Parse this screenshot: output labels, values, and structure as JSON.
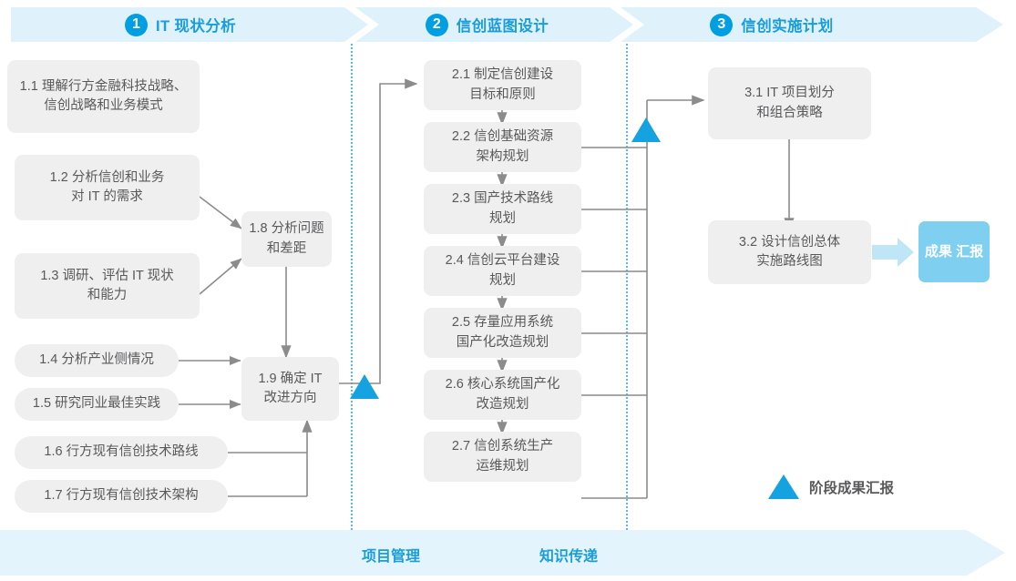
{
  "phases": [
    {
      "number": "1",
      "title": "IT 现状分析"
    },
    {
      "number": "2",
      "title": "信创蓝图设计"
    },
    {
      "number": "3",
      "title": "信创实施计划"
    }
  ],
  "colors": {
    "band_bg": "#dff1fb",
    "band_text": "#1a9ddb",
    "badge_bg": "#009fe3",
    "box_bg": "#efefef",
    "box_text": "#59595b",
    "milestone_blue": "#15a2e0",
    "result_badge_bg": "#7fd0f0",
    "bottom_band_bg": "#e4f4fc",
    "connector_gray": "#8c8c8c",
    "dotted_blue": "#57bde8"
  },
  "phase1_boxes": [
    {
      "id": "1.1",
      "line1": "1.1 理解行方金融科技战略、",
      "line2": "信创战略和业务模式"
    },
    {
      "id": "1.2",
      "line1": "1.2 分析信创和业务",
      "line2": "对 IT 的需求"
    },
    {
      "id": "1.3",
      "line1": "1.3 调研、评估 IT 现状",
      "line2": "和能力"
    },
    {
      "id": "1.4",
      "line1": "1.4 分析产业侧情况",
      "line2": ""
    },
    {
      "id": "1.5",
      "line1": "1.5 研究同业最佳实践",
      "line2": ""
    },
    {
      "id": "1.6",
      "line1": "1.6 行方现有信创技术路线",
      "line2": ""
    },
    {
      "id": "1.7",
      "line1": "1.7 行方现有信创技术架构",
      "line2": ""
    },
    {
      "id": "1.8",
      "line1": "1.8 分析问题",
      "line2": "和差距"
    },
    {
      "id": "1.9",
      "line1": "1.9 确定 IT",
      "line2": "改进方向"
    }
  ],
  "phase2_boxes": [
    {
      "id": "2.1",
      "line1": "2.1 制定信创建设",
      "line2": "目标和原则"
    },
    {
      "id": "2.2",
      "line1": "2.2 信创基础资源",
      "line2": "架构规划"
    },
    {
      "id": "2.3",
      "line1": "2.3 国产技术路线",
      "line2": "规划"
    },
    {
      "id": "2.4",
      "line1": "2.4 信创云平台建设",
      "line2": "规划"
    },
    {
      "id": "2.5",
      "line1": "2.5 存量应用系统",
      "line2": "国产化改造规划"
    },
    {
      "id": "2.6",
      "line1": "2.6 核心系统国产化",
      "line2": "改造规划"
    },
    {
      "id": "2.7",
      "line1": "2.7 信创系统生产",
      "line2": "运维规划"
    }
  ],
  "phase3_boxes": [
    {
      "id": "3.1",
      "line1": "3.1 IT 项目划分",
      "line2": "和组合策略"
    },
    {
      "id": "3.2",
      "line1": "3.2 设计信创总体",
      "line2": "实施路线图"
    }
  ],
  "result_badge": {
    "line1": "成果",
    "line2": "汇报"
  },
  "legend": {
    "label": "阶段成果汇报",
    "marker": "triangle-up-icon"
  },
  "bottom_band": {
    "labels": [
      {
        "text": "项目管理"
      },
      {
        "text": "知识传递"
      }
    ]
  }
}
